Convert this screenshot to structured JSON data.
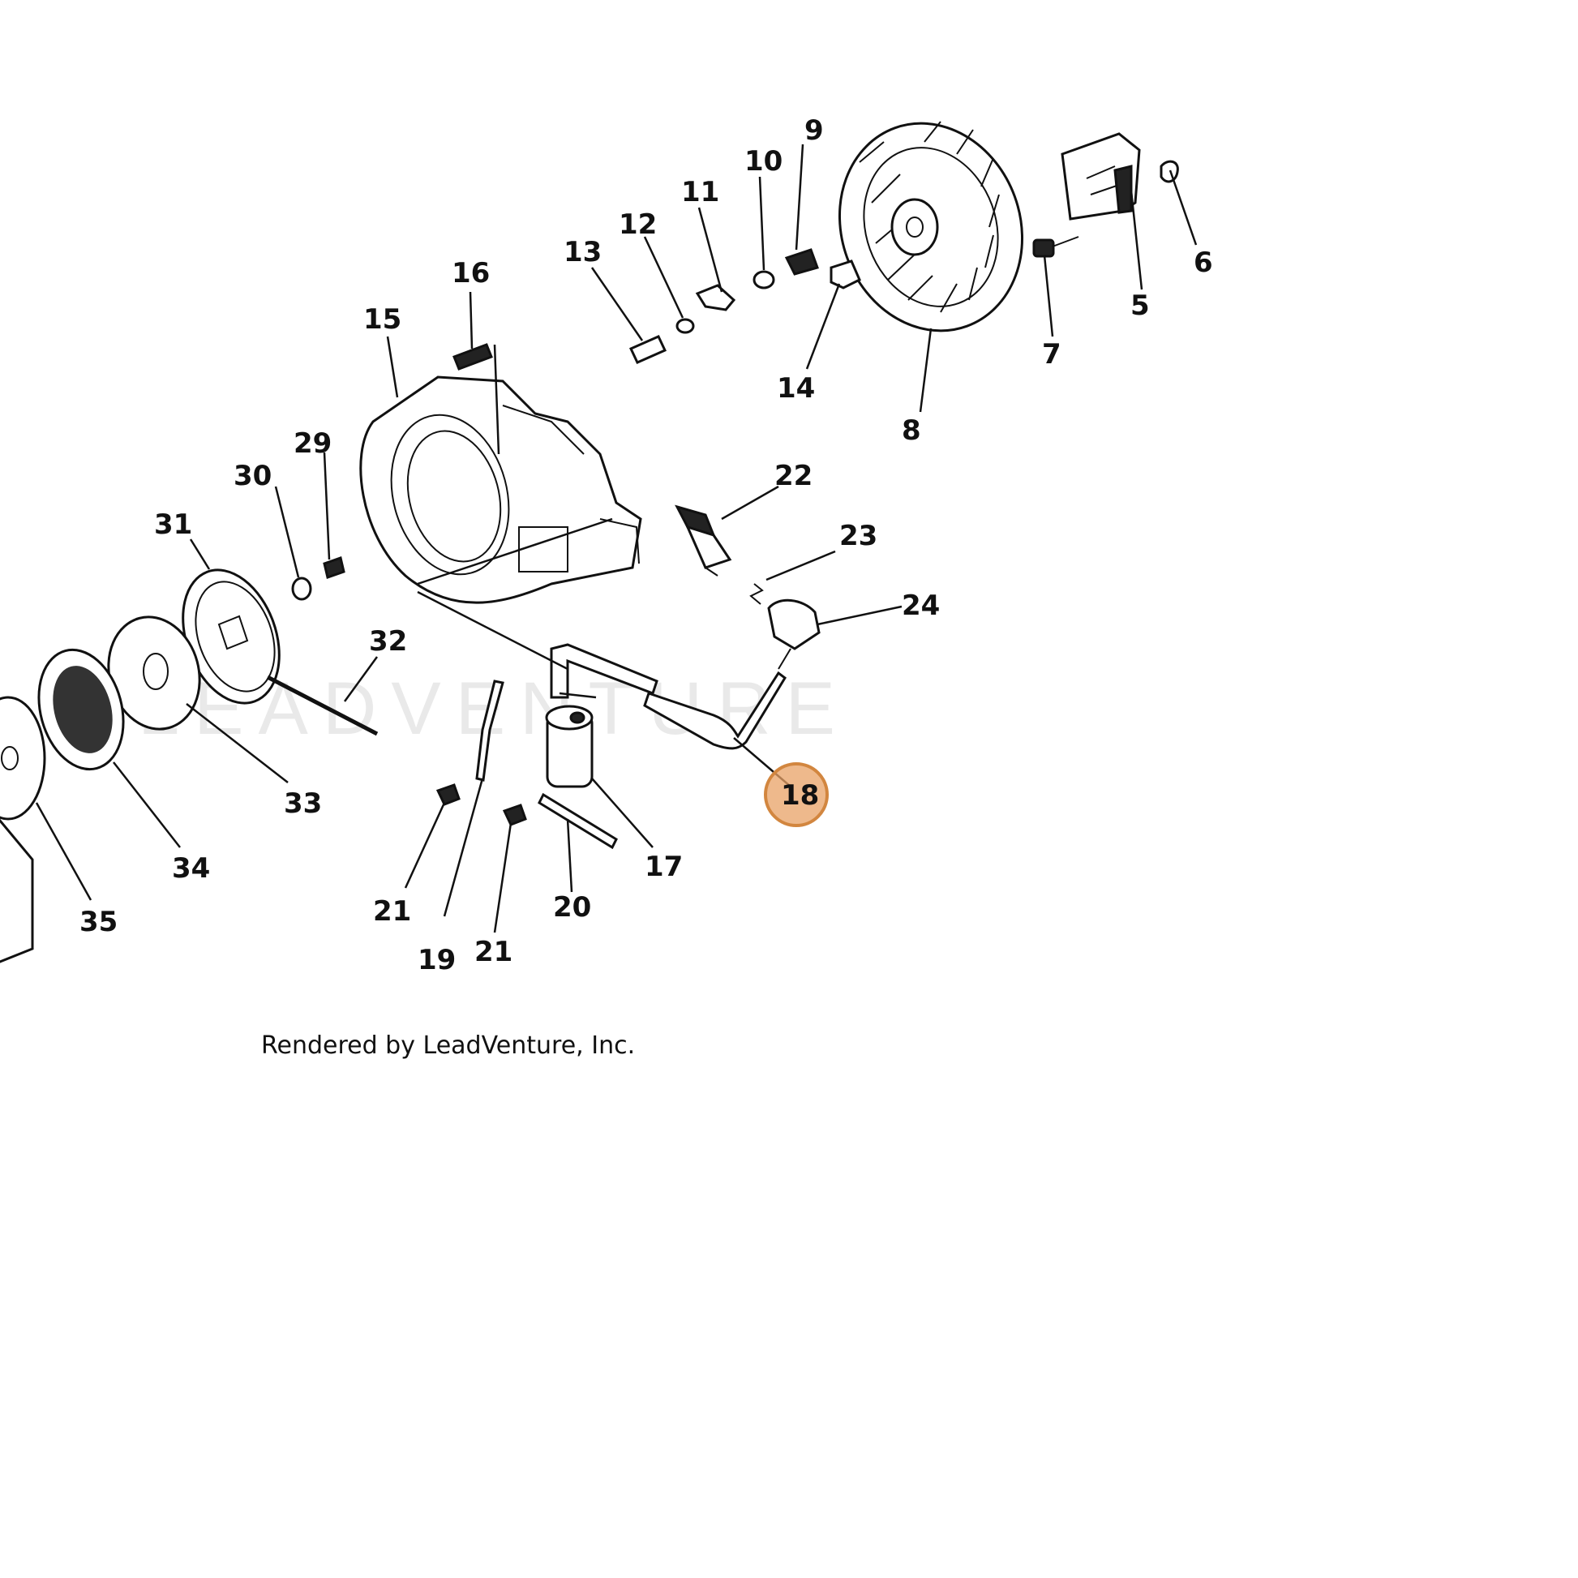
{
  "watermark": "LEADVENTURE",
  "footer": "Rendered by LeadVenture, Inc.",
  "highlight_color": "#e8a266",
  "highlighted_callout": "18",
  "callouts": {
    "c5": "5",
    "c6": "6",
    "c7": "7",
    "c8": "8",
    "c9": "9",
    "c10": "10",
    "c11": "11",
    "c12": "12",
    "c13": "13",
    "c14": "14",
    "c15": "15",
    "c16": "16",
    "c17": "17",
    "c18": "18",
    "c19": "19",
    "c20": "20",
    "c21a": "21",
    "c21b": "21",
    "c22": "22",
    "c23": "23",
    "c24": "24",
    "c29": "29",
    "c30": "30",
    "c31": "31",
    "c32": "32",
    "c33": "33",
    "c34": "34",
    "c35": "35"
  }
}
